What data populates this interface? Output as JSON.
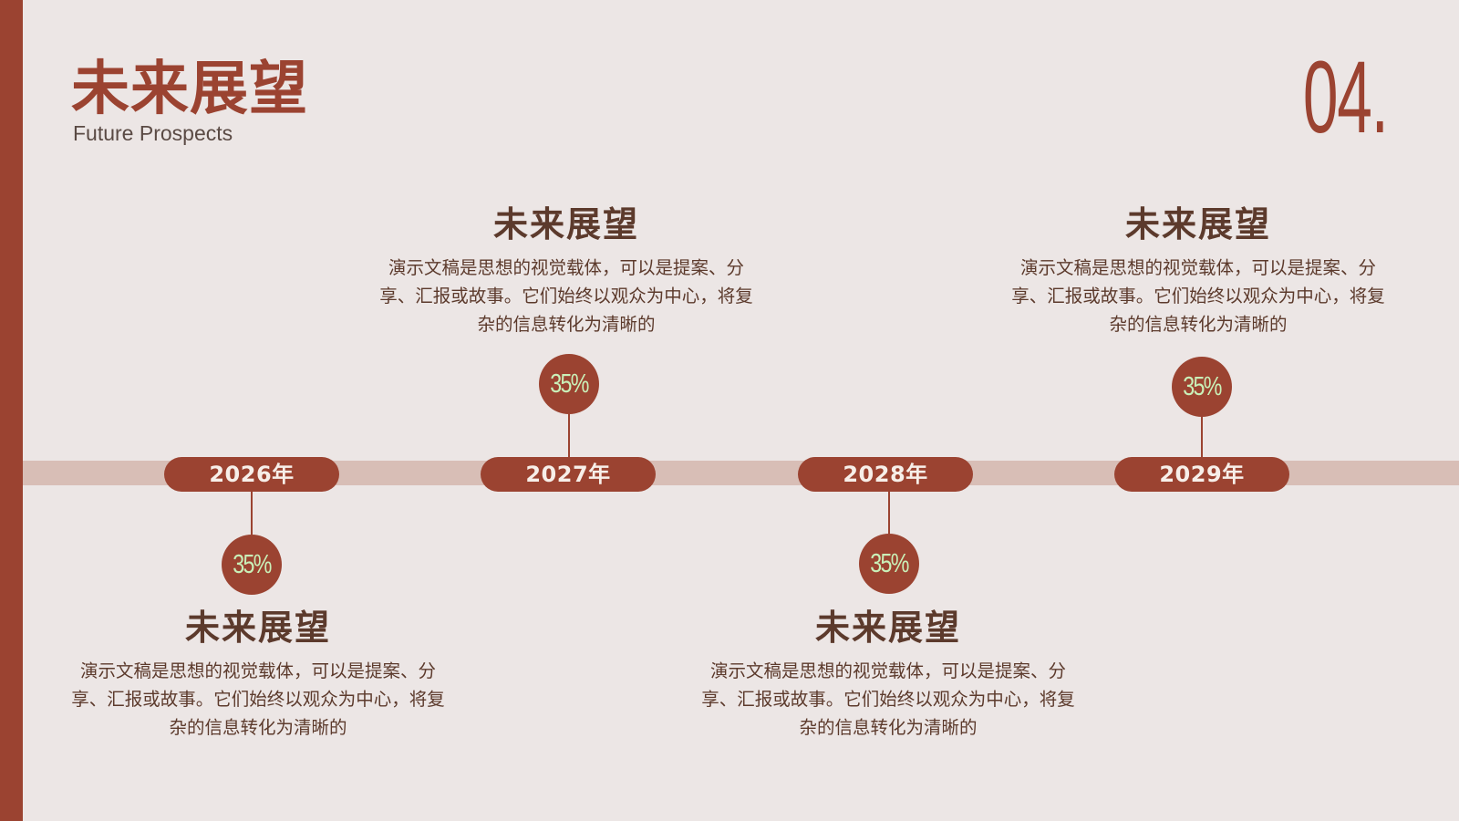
{
  "header": {
    "title_cn": "未来展望",
    "title_en": "Future Prospects",
    "section_number": "04."
  },
  "timeline": [
    {
      "year": "2026年",
      "percent": "35%",
      "title": "未来展望",
      "body": "演示文稿是思想的视觉载体，可以是提案、分享、汇报或故事。它们始终以观众为中心，将复杂的信息转化为清晰的",
      "position": "below"
    },
    {
      "year": "2027年",
      "percent": "35%",
      "title": "未来展望",
      "body": "演示文稿是思想的视觉载体，可以是提案、分享、汇报或故事。它们始终以观众为中心，将复杂的信息转化为清晰的",
      "position": "above"
    },
    {
      "year": "2028年",
      "percent": "35%",
      "title": "未来展望",
      "body": "演示文稿是思想的视觉载体，可以是提案、分享、汇报或故事。它们始终以观众为中心，将复杂的信息转化为清晰的",
      "position": "below"
    },
    {
      "year": "2029年",
      "percent": "35%",
      "title": "未来展望",
      "body": "演示文稿是思想的视觉载体，可以是提案、分享、汇报或故事。它们始终以观众为中心，将复杂的信息转化为清晰的",
      "position": "above"
    }
  ],
  "colors": {
    "accent": "#9b4331",
    "background": "#ece6e5",
    "track": "#d8beb6",
    "text": "#5c3a2c",
    "percent_text": "#c9f0b8"
  }
}
